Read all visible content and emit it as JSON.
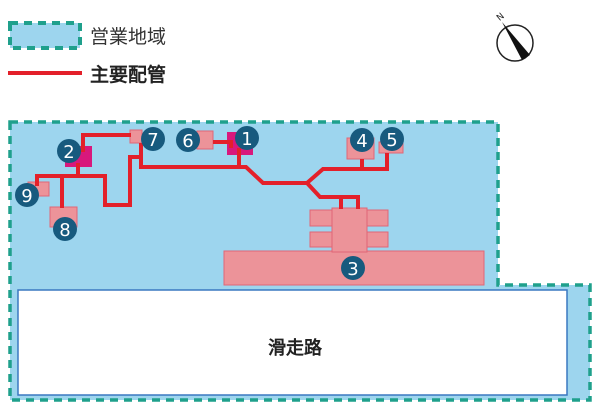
{
  "legend": {
    "area_label": "営業地域",
    "pipe_label": "主要配管"
  },
  "compass": {
    "north_label": "N"
  },
  "runway_label": "滑走路",
  "markers": [
    "1",
    "2",
    "3",
    "4",
    "5",
    "6",
    "7",
    "8",
    "9"
  ],
  "colors": {
    "area_fill": "#9dd5ee",
    "area_border": "#1fa08c",
    "pipe": "#e3202a",
    "facility": "#ec9399",
    "facility_stroke": "#e06676",
    "key_facility": "#d8187c",
    "marker": "#175a7e"
  }
}
